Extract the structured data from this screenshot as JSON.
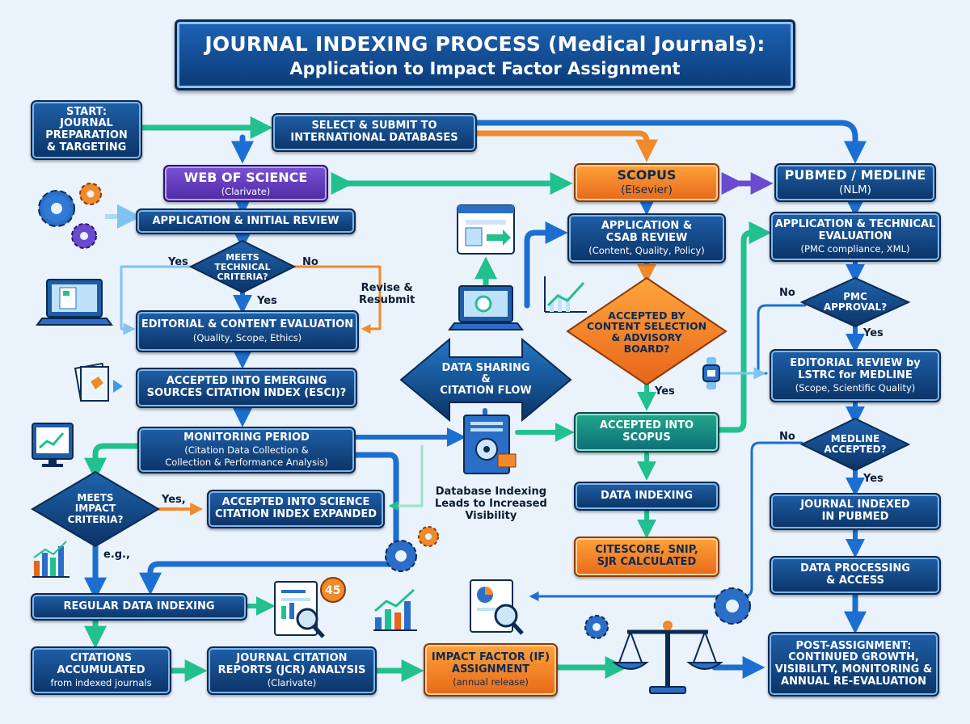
{
  "title": {
    "line1": "JOURNAL INDEXING PROCESS (Medical Journals):",
    "line2": "Application to Impact Factor Assignment"
  },
  "nodes": {
    "start": [
      "START:",
      "JOURNAL",
      "PREPARATION",
      "& TARGETING"
    ],
    "select_submit": [
      "SELECT & SUBMIT TO",
      "INTERNATIONAL DATABASES"
    ],
    "web_of_science": {
      "title": "WEB OF SCIENCE",
      "sub": "(Clarivate)"
    },
    "scopus": {
      "title": "SCOPUS",
      "sub": "(Elsevier)"
    },
    "pubmed": {
      "title": "PUBMED / MEDLINE",
      "sub": "(NLM)"
    },
    "wos_application": "APPLICATION & INITIAL REVIEW",
    "wos_technical": [
      "MEETS",
      "TECHNICAL",
      "CRITERIA?"
    ],
    "wos_editorial": {
      "title": "EDITORIAL & CONTENT EVALUATION",
      "sub": "(Quality, Scope, Ethics)"
    },
    "esci": [
      "ACCEPTED INTO EMERGING",
      "SOURCES CITATION INDEX (ESCI)?"
    ],
    "monitoring": {
      "title": "MONITORING PERIOD",
      "sub1": "(Citation Data Collection &",
      "sub2": "Collection & Performance Analysis)"
    },
    "impact_criteria": [
      "MEETS",
      "IMPACT",
      "CRITERIA?"
    ],
    "scie": [
      "ACCEPTED INTO SCIENCE",
      "CITATION INDEX EXPANDED"
    ],
    "regular_indexing": "REGULAR DATA INDEXING",
    "citations": {
      "title1": "CITATIONS",
      "title2": "ACCUMULATED",
      "sub": "from indexed journals"
    },
    "jcr": {
      "title1": "JOURNAL CITATION",
      "title2": "REPORTS (JCR) ANALYSIS",
      "sub": "(Clarivate)"
    },
    "impact_factor": {
      "title1": "IMPACT FACTOR (IF)",
      "title2": "ASSIGNMENT",
      "sub": "(annual release)"
    },
    "post_assignment": [
      "POST-ASSIGNMENT:",
      "CONTINUED GROWTH,",
      "VISIBILITY, MONITORING &",
      "ANNUAL RE-EVALUATION"
    ],
    "scopus_application": {
      "title1": "APPLICATION &",
      "title2": "CSAB REVIEW",
      "sub": "(Content, Quality, Policy)"
    },
    "scopus_csab": [
      "ACCEPTED BY",
      "CONTENT SELECTION",
      "& ADVISORY",
      "BOARD?"
    ],
    "scopus_accepted": [
      "ACCEPTED INTO",
      "SCOPUS"
    ],
    "scopus_indexing": "DATA INDEXING",
    "citescore": [
      "CITESCORE, SNIP,",
      "SJR calculated"
    ],
    "pm_application": {
      "title1": "APPLICATION & TECHNICAL",
      "title2": "EVALUATION",
      "sub": "(PMC compliance, XML)"
    },
    "pmc_approval": [
      "PMC",
      "APPROVAL?"
    ],
    "lstrc": {
      "title1": "EDITORIAL REVIEW by",
      "title2": "LSTRC for MEDLINE",
      "sub": "(Scope, Scientific Quality)"
    },
    "medline_accepted": [
      "MEDLINE",
      "ACCEPTED?"
    ],
    "pm_indexed": [
      "JOURNAL INDEXED",
      "IN PUBMED"
    ],
    "pm_processing": [
      "DATA PROCESSING",
      "& ACCESS"
    ],
    "data_sharing": [
      "DATA SHARING &",
      "CITATION FLOW"
    ]
  },
  "labels": {
    "yes": "Yes",
    "no": "No",
    "yes_comma": "Yes,",
    "revise": [
      "Revise &",
      "Resubmit"
    ],
    "eg": "e.g.,",
    "visibility": [
      "Database Indexing",
      "Leads to Increased",
      "Visibility"
    ],
    "badge": "45"
  },
  "colors": {
    "navy": "#0b3467",
    "purple": "#5b34b8",
    "orange": "#f07a22",
    "green": "#14897f",
    "arrow_blue": "#1c6fd1",
    "arrow_green": "#22c08e"
  },
  "icons": [
    "gear-icon",
    "laptop-icon",
    "document-icon",
    "monitor-chart-icon",
    "bar-chart-icon",
    "browser-window-icon",
    "line-chart-icon",
    "report-magnifier-icon",
    "balance-scale-icon",
    "database-document-icon",
    "smartwatch-icon"
  ]
}
